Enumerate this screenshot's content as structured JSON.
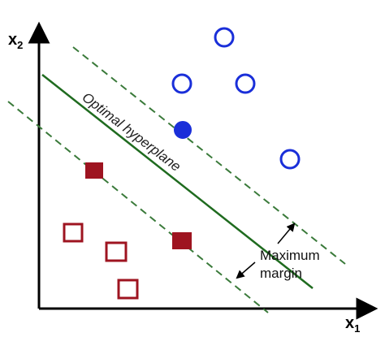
{
  "axes": {
    "x_label": "x",
    "x_sub": "1",
    "y_label": "x",
    "y_sub": "2"
  },
  "hyperplane_label": "Optimal hyperplane",
  "margin_label": {
    "line1": "Maximum",
    "line2": "margin"
  },
  "colors": {
    "positive_class": "#1a2fd9",
    "negative_class": "#9e1420",
    "hyperplane": "#1f6b1f",
    "margin_lines": "#3a7a3a",
    "axes": "#000000"
  },
  "legend": {
    "positive_class_marker": "circle",
    "negative_class_marker": "square",
    "support_vector_style": "filled"
  }
}
